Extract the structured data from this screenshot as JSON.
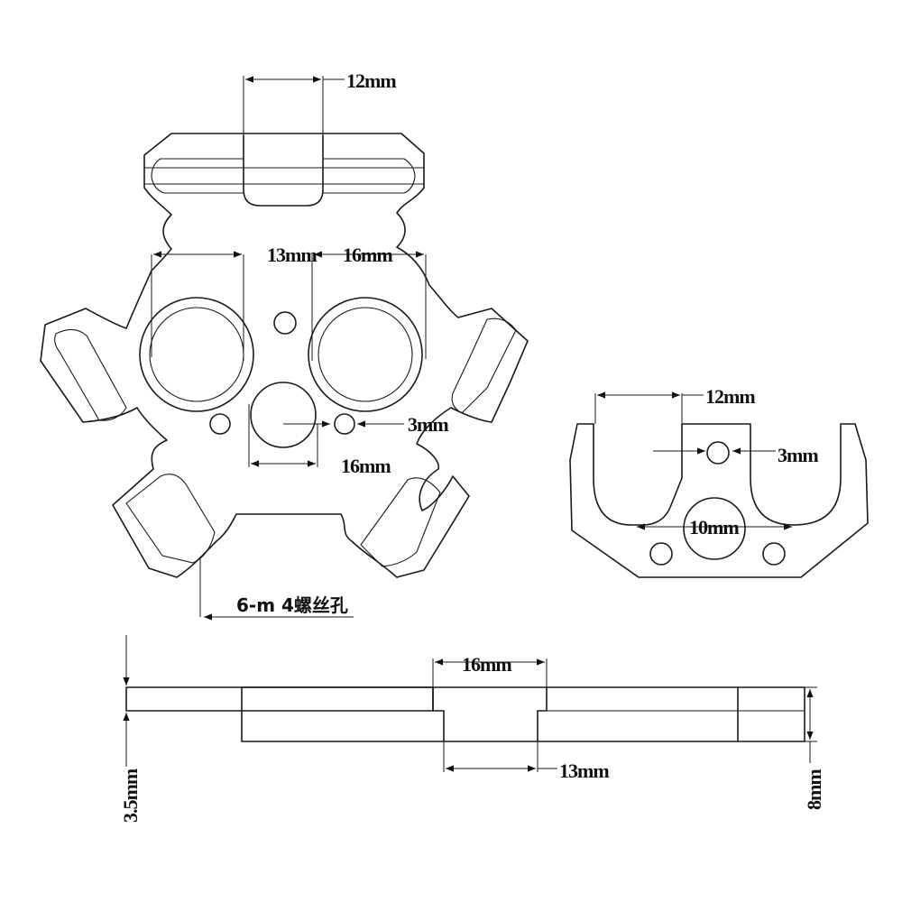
{
  "dimensions": {
    "top_width": "12mm",
    "left_span": "13mm",
    "right_span": "16mm",
    "center_hole_small": "3mm",
    "center_hole_offset": "16mm",
    "screw_holes": "6-m 4螺丝孔",
    "side_width": "12mm",
    "side_hole": "3mm",
    "side_center_hole": "10mm",
    "bottom_step_width": "16mm",
    "bottom_step_lower": "13mm",
    "bottom_thin": "3.5mm",
    "bottom_thick": "8mm"
  }
}
